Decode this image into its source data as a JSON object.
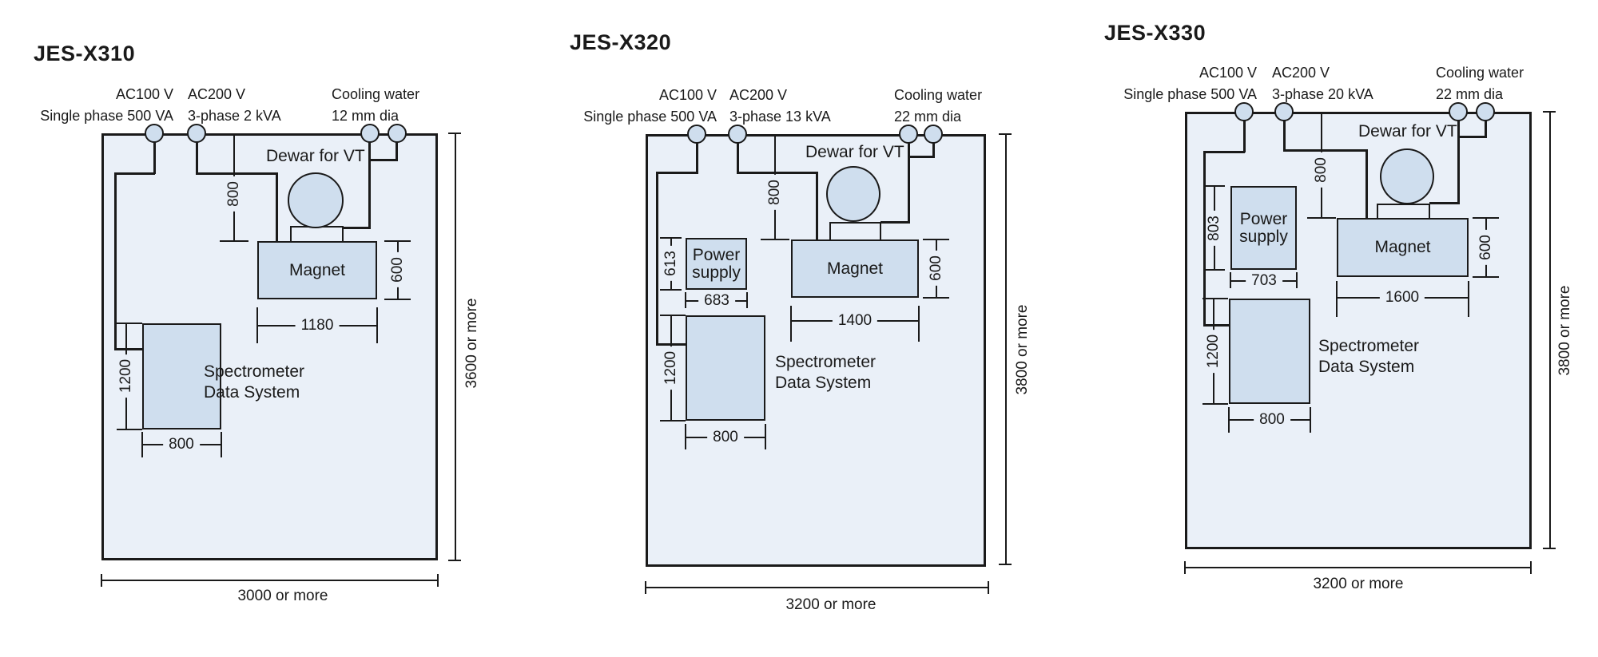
{
  "colors": {
    "room_fill": "#eaf0f8",
    "equipment_fill": "#cfdeee",
    "line_color": "#1a1a1a",
    "background": "#ffffff"
  },
  "diagrams": [
    {
      "title": "JES-X310",
      "utilities": {
        "ac100": {
          "line1": "AC100 V",
          "line2": "Single phase 500 VA"
        },
        "ac200": {
          "line1": "AC200 V",
          "line2": "3-phase 2 kVA"
        },
        "cooling": {
          "line1": "Cooling water",
          "line2": "12 mm dia"
        }
      },
      "equipment": {
        "dewar": "Dewar for VT",
        "magnet": "Magnet",
        "spectrometer": {
          "line1": "Spectrometer",
          "line2": "Data System"
        }
      },
      "dimensions": {
        "ceiling_to_magnet": "800",
        "magnet_depth": "600",
        "magnet_width": "1180",
        "spectrometer_depth": "1200",
        "spectrometer_width": "800",
        "room_width": "3000 or more",
        "room_depth": "3600 or more"
      }
    },
    {
      "title": "JES-X320",
      "utilities": {
        "ac100": {
          "line1": "AC100 V",
          "line2": "Single phase 500 VA"
        },
        "ac200": {
          "line1": "AC200 V",
          "line2": "3-phase 13 kVA"
        },
        "cooling": {
          "line1": "Cooling water",
          "line2": "22 mm dia"
        }
      },
      "equipment": {
        "dewar": "Dewar for VT",
        "magnet": "Magnet",
        "power_supply": {
          "line1": "Power",
          "line2": "supply"
        },
        "spectrometer": {
          "line1": "Spectrometer",
          "line2": "Data System"
        }
      },
      "dimensions": {
        "ceiling_to_magnet": "800",
        "magnet_depth": "600",
        "magnet_width": "1400",
        "power_supply_depth": "613",
        "power_supply_width": "683",
        "spectrometer_depth": "1200",
        "spectrometer_width": "800",
        "room_width": "3200 or more",
        "room_depth": "3800 or more"
      }
    },
    {
      "title": "JES-X330",
      "utilities": {
        "ac100": {
          "line1": "AC100 V",
          "line2": "Single phase 500 VA"
        },
        "ac200": {
          "line1": "AC200 V",
          "line2": "3-phase 20 kVA"
        },
        "cooling": {
          "line1": "Cooling water",
          "line2": "22 mm dia"
        }
      },
      "equipment": {
        "dewar": "Dewar for VT",
        "magnet": "Magnet",
        "power_supply": {
          "line1": "Power",
          "line2": "supply"
        },
        "spectrometer": {
          "line1": "Spectrometer",
          "line2": "Data System"
        }
      },
      "dimensions": {
        "ceiling_to_magnet": "800",
        "magnet_depth": "600",
        "magnet_width": "1600",
        "power_supply_depth": "803",
        "power_supply_width": "703",
        "spectrometer_depth": "1200",
        "spectrometer_width": "800",
        "room_width": "3200 or more",
        "room_depth": "3800 or more"
      }
    }
  ]
}
